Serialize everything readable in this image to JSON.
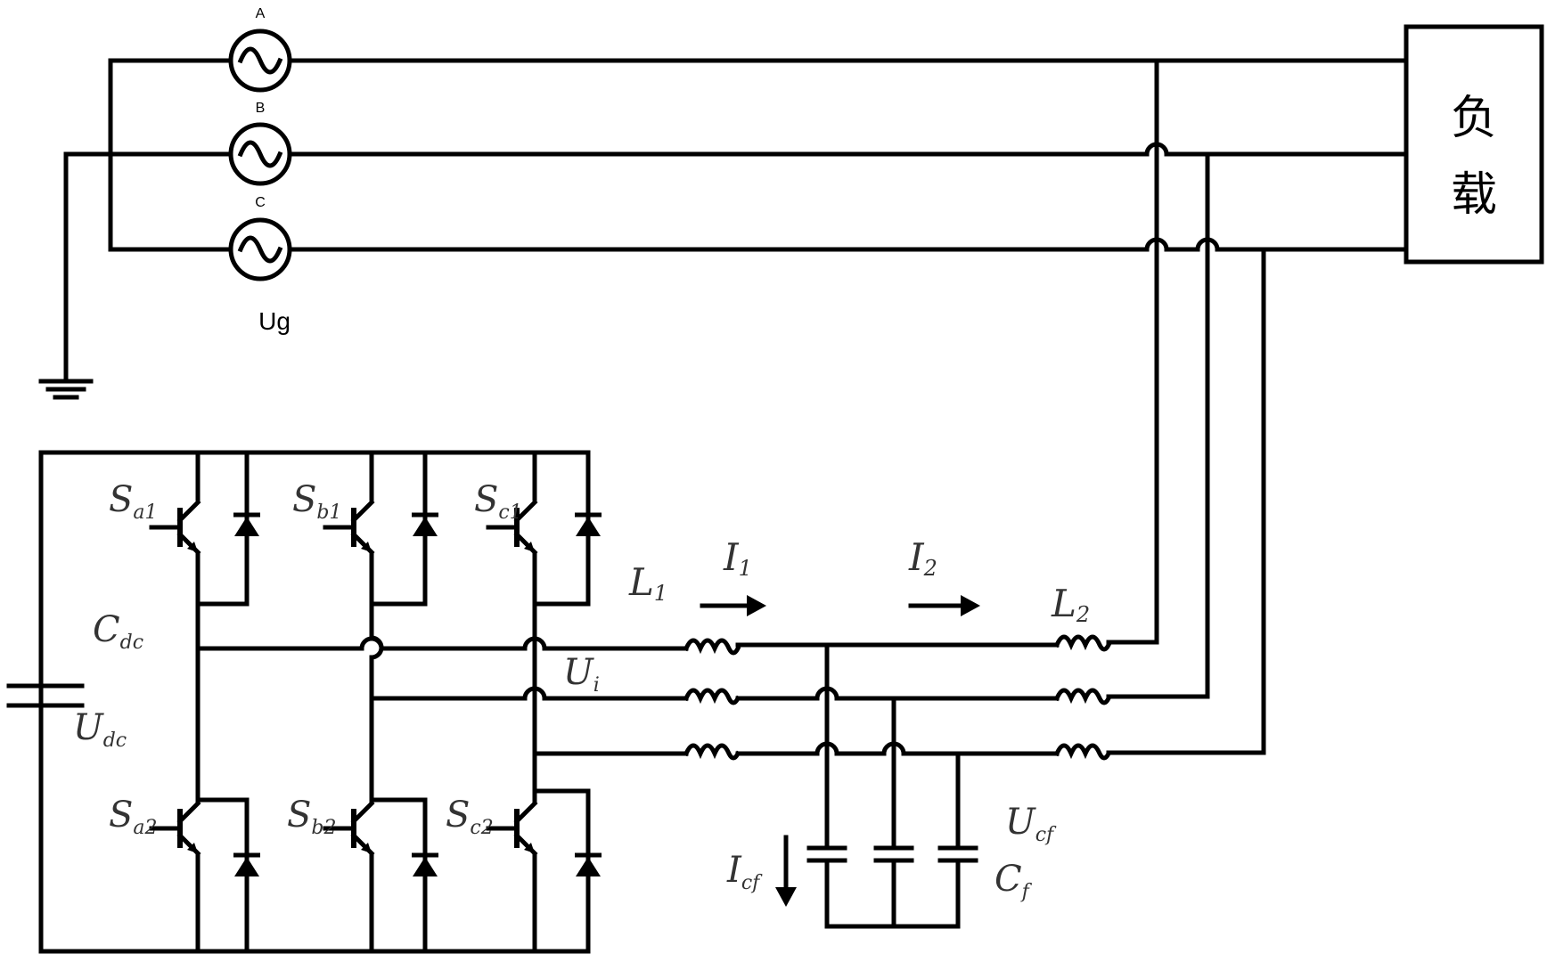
{
  "labels": {
    "phase_a": "A",
    "phase_b": "B",
    "phase_c": "C",
    "ug": "Ug",
    "load_1": "负",
    "load_2": "载",
    "sa1": "S",
    "sa1_sub": "a1",
    "sb1": "S",
    "sb1_sub": "b1",
    "sc1": "S",
    "sc1_sub": "c1",
    "sa2": "S",
    "sa2_sub": "a2",
    "sb2": "S",
    "sb2_sub": "b2",
    "sc2": "S",
    "sc2_sub": "c2",
    "cdc": "C",
    "cdc_sub": "dc",
    "udc": "U",
    "udc_sub": "dc",
    "l1": "L",
    "l1_sub": "1",
    "l2": "L",
    "l2_sub": "2",
    "i1": "I",
    "i1_sub": "1",
    "i2": "I",
    "i2_sub": "2",
    "ui": "U",
    "ui_sub": "i",
    "ucf": "U",
    "ucf_sub": "cf",
    "icf": "I",
    "icf_sub": "cf",
    "cf": "C",
    "cf_sub": "f"
  }
}
